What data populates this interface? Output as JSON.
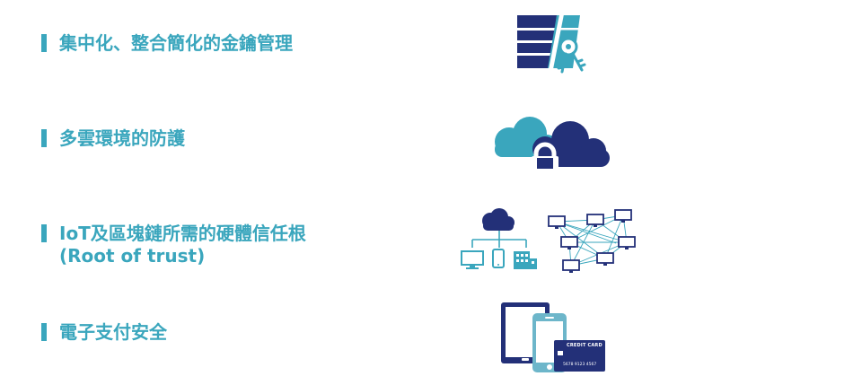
{
  "colors": {
    "bar": "#3aa6bd",
    "text": "#3aa6bd",
    "navy": "#233078",
    "teal": "#3aa6bd",
    "light_teal": "#6db6ca"
  },
  "features": [
    {
      "lines": [
        "集中化、整合簡化的金鑰管理"
      ],
      "icon": "key-management-icon"
    },
    {
      "lines": [
        "多雲環境的防護"
      ],
      "icon": "multi-cloud-lock-icon"
    },
    {
      "lines": [
        "IoT及區塊鏈所需的硬體信任根",
        "(Root of trust)"
      ],
      "icon": "iot-blockchain-network-icon"
    },
    {
      "lines": [
        "電子支付安全"
      ],
      "icon": "electronic-payment-icon"
    }
  ],
  "credit_card": {
    "title": "CREDIT CARD",
    "number": "5678 9123 4567"
  }
}
